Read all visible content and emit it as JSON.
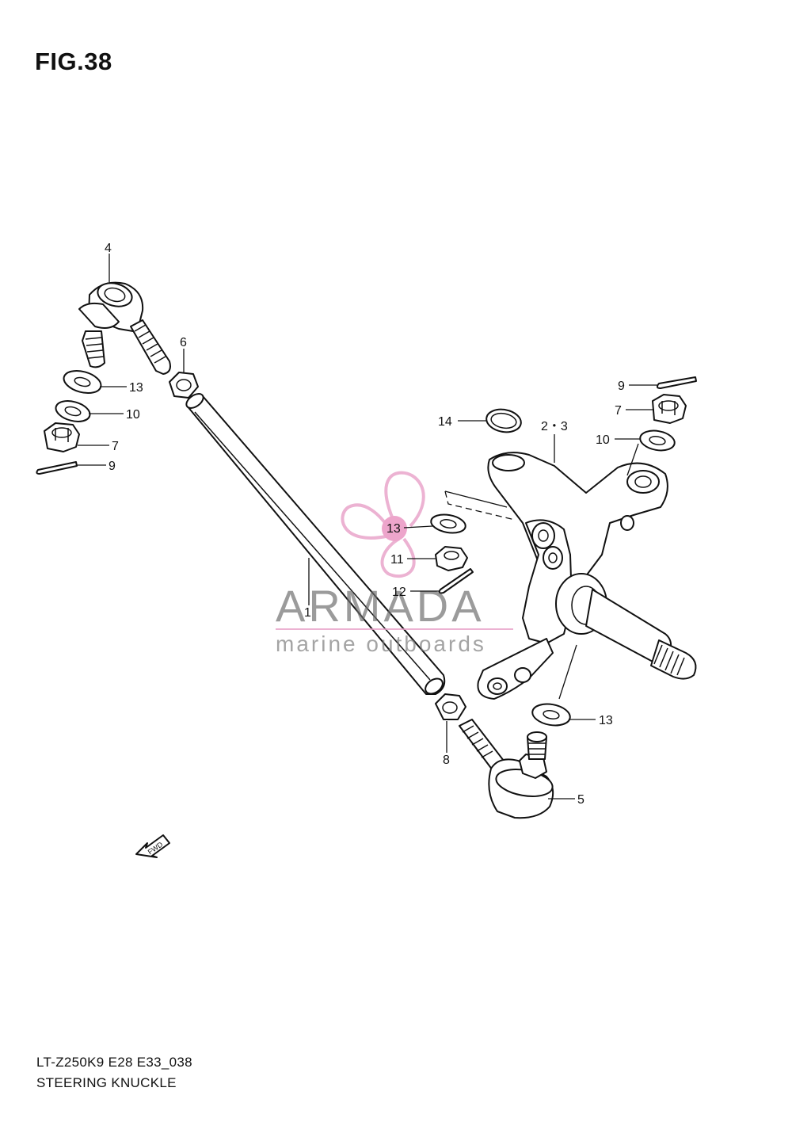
{
  "figure": {
    "title": "FIG.38",
    "model_code": "LT-Z250K9 E28 E33_038",
    "name": "STEERING KNUCKLE"
  },
  "callouts": [
    {
      "id": "c4",
      "label": "4"
    },
    {
      "id": "c6",
      "label": "6"
    },
    {
      "id": "c13a",
      "label": "13"
    },
    {
      "id": "c10a",
      "label": "10"
    },
    {
      "id": "c7a",
      "label": "7"
    },
    {
      "id": "c9a",
      "label": "9"
    },
    {
      "id": "c1",
      "label": "1"
    },
    {
      "id": "c14",
      "label": "14"
    },
    {
      "id": "c23",
      "label": "2・3"
    },
    {
      "id": "c9b",
      "label": "9"
    },
    {
      "id": "c7b",
      "label": "7"
    },
    {
      "id": "c10b",
      "label": "10"
    },
    {
      "id": "c13b",
      "label": "13"
    },
    {
      "id": "c11",
      "label": "11"
    },
    {
      "id": "c12",
      "label": "12"
    },
    {
      "id": "c13c",
      "label": "13"
    },
    {
      "id": "c8",
      "label": "8"
    },
    {
      "id": "c5",
      "label": "5"
    }
  ],
  "fwd_arrow": {
    "label": "FWD"
  },
  "watermark": {
    "brand": "ARMADA",
    "tagline": "marine outboards",
    "colors": {
      "logo": "#e8a0c8",
      "logo_dot": "#e98fbf",
      "text": "#6d6d6d"
    }
  }
}
